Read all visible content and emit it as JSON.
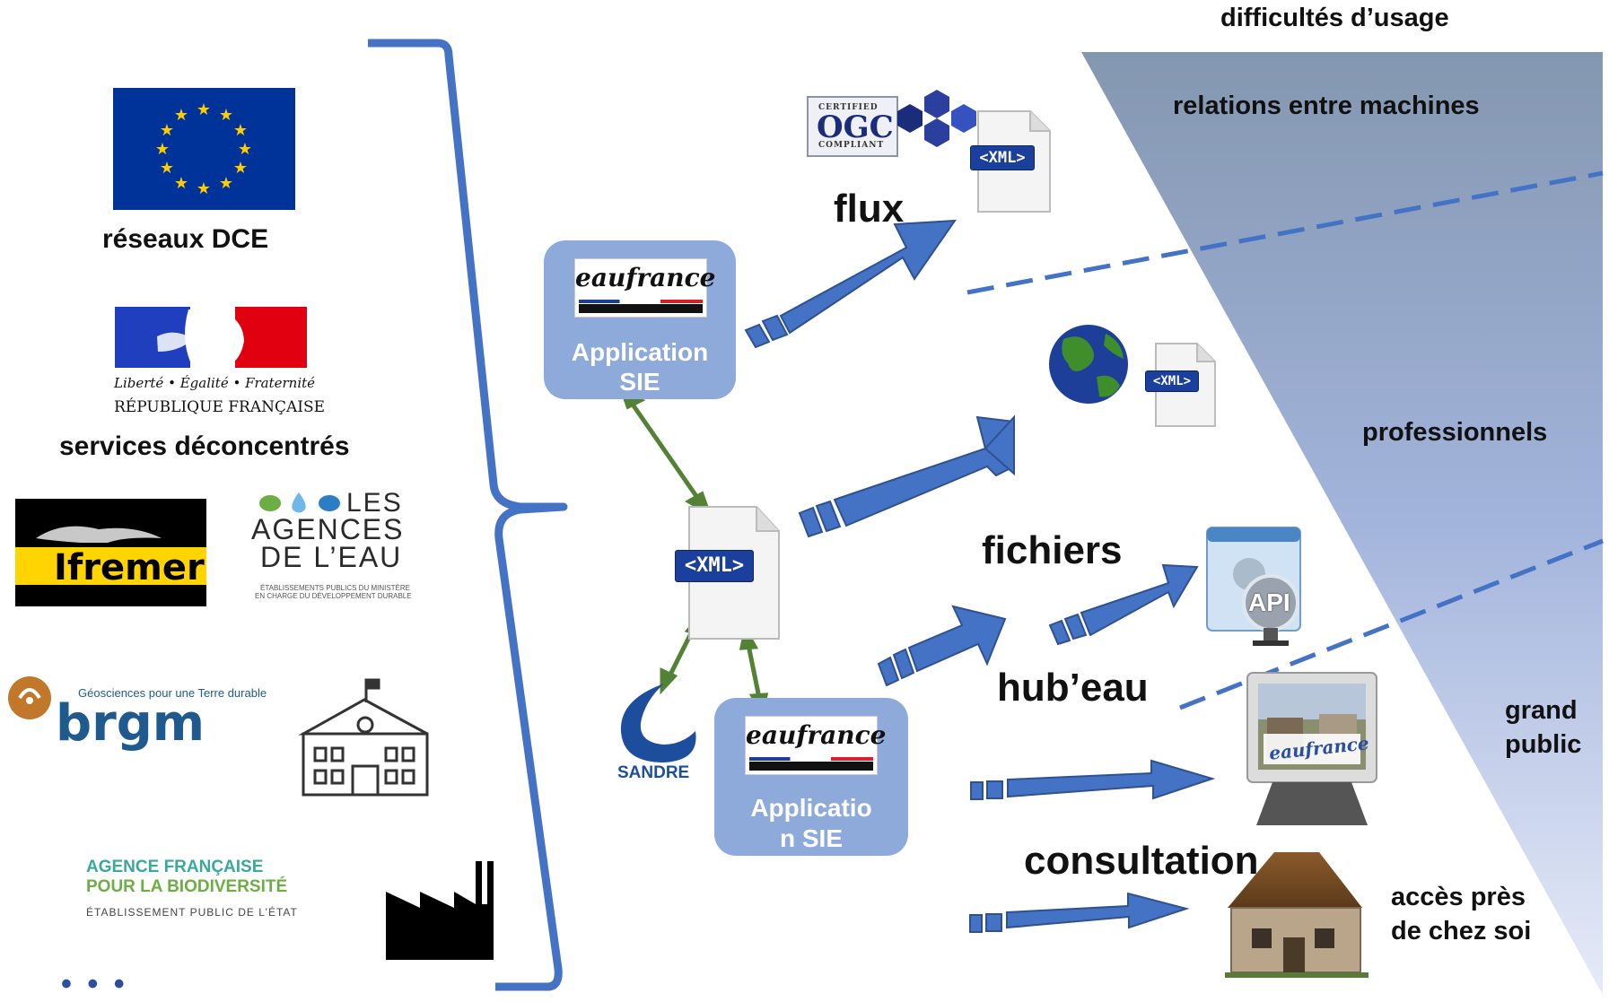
{
  "header": {
    "usage_difficulty": "difficultés d’usage"
  },
  "tiers": {
    "machines": "relations entre machines",
    "professionals": "professionnels",
    "public_line1": "grand",
    "public_line2": "public",
    "nearby_line1": "accès près",
    "nearby_line2": "de chez soi"
  },
  "producers": {
    "dce_networks": "réseaux DCE",
    "republic_motto": "Liberté • Égalité • Fraternité",
    "republic_name": "RÉPUBLIQUE FRANÇAISE",
    "deconcentrated_services": "services déconcentrés",
    "ifremer": "Ifremer",
    "agences_line1": "LES",
    "agences_line2": "AGENCES",
    "agences_line3": "DE L’EAU",
    "agences_sub1": "ÉTABLISSEMENTS PUBLICS DU MINISTÈRE",
    "agences_sub2": "EN CHARGE DU DÉVELOPPEMENT DURABLE",
    "brgm": "brgm",
    "brgm_tagline": "Géosciences pour une Terre durable",
    "afb_line1": "AGENCE FRANÇAISE",
    "afb_line2": "POUR LA BIODIVERSITÉ",
    "afb_line3": "ÉTABLISSEMENT PUBLIC DE L’ÉTAT",
    "more": "• • •"
  },
  "hub": {
    "app_top_logo": "eaufrance",
    "app_top_line1": "Application",
    "app_top_line2": "SIE",
    "app_bottom_logo": "eaufrance",
    "app_bottom_line1": "Applicatio",
    "app_bottom_line2": "n SIE",
    "xml_center": "<XML>",
    "sandre": "SANDRE"
  },
  "outputs": {
    "flux": "flux",
    "fichiers": "fichiers",
    "hubeau": "hub’eau",
    "consultation": "consultation",
    "ogc_certified": "CERTIFIED",
    "ogc": "OGC",
    "ogc_compliant": "COMPLIANT",
    "xml1": "<XML>",
    "xml2": "<XML>",
    "api": "API",
    "screen_logo": "eaufrance"
  },
  "colors": {
    "arrow_blue": "#4472c4",
    "arrow_green": "#538135",
    "app_box": "#8eaadb",
    "wedge_dark": "#8497b0",
    "wedge_light": "#dce3f5"
  }
}
